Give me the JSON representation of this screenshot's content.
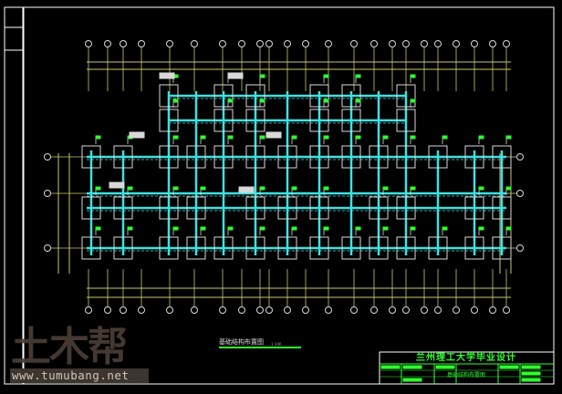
{
  "title_block": {
    "school_title": "兰州理工大学毕业设计",
    "drawing_name": "基础结构布置图"
  },
  "drawing": {
    "label": "基础结构布置图",
    "scale": "1:100"
  },
  "watermark": {
    "logo": "土木帮",
    "url": "www.tumubang.net"
  },
  "colors": {
    "background": "#000000",
    "frame": "#ffffff",
    "axis": "#c8c870",
    "beam": "#40e0e0",
    "pad": "#d8d8d8",
    "annotation": "#30ff30"
  }
}
